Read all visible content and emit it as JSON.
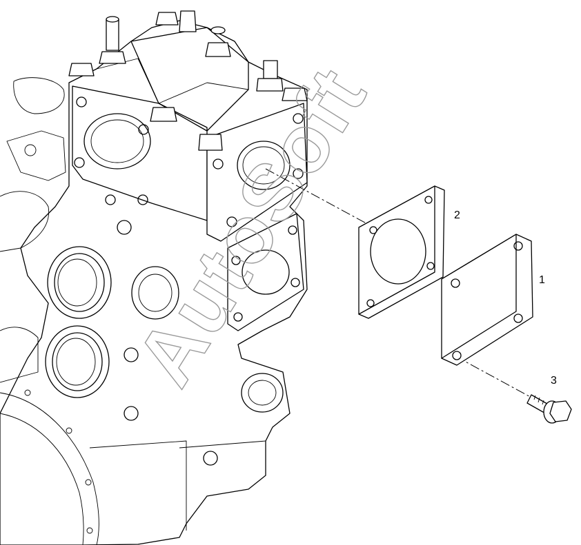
{
  "callouts": {
    "part1": "1",
    "part2": "2",
    "part3": "3"
  },
  "watermark": {
    "text": "AutoSoft",
    "color": "#9a9a9a"
  },
  "parts": [
    {
      "callout": "1",
      "name": "cover-plate"
    },
    {
      "callout": "2",
      "name": "gasket"
    },
    {
      "callout": "3",
      "name": "flange-bolt"
    }
  ]
}
